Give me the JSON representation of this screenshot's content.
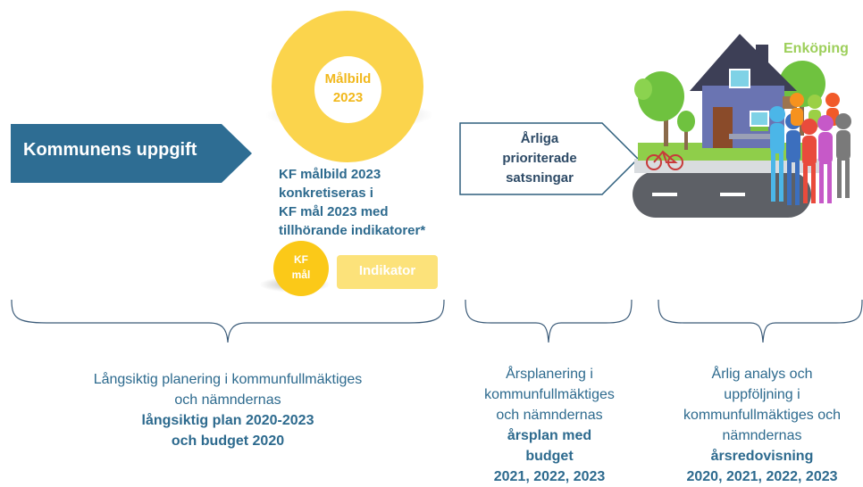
{
  "left_arrow": {
    "label": "Kommunens uppgift"
  },
  "goal": {
    "line1": "Målbild",
    "line2": "2023"
  },
  "kf_description": {
    "lines": [
      "KF målbild 2023",
      "konkretiseras i",
      "KF mål 2023 med",
      "tillhörande indikatorer*"
    ]
  },
  "kf_circle": {
    "line1": "KF",
    "line2": "mål"
  },
  "indicator": {
    "label": "Indikator"
  },
  "mid_arrow": {
    "lines": [
      "Årliga",
      "prioriterade",
      "satsningar"
    ]
  },
  "brand": {
    "label": "Enköping"
  },
  "bottom": {
    "col1": {
      "normal": [
        "Långsiktig planering i kommunfullmäktiges",
        "och nämndernas"
      ],
      "bold": [
        "långsiktig plan 2020-2023",
        "och budget 2020"
      ]
    },
    "col2": {
      "normal": [
        "Årsplanering i",
        "kommunfullmäktiges",
        "och nämndernas"
      ],
      "bold": [
        "årsplan med",
        "budget",
        "2021, 2022, 2023"
      ]
    },
    "col3": {
      "normal": [
        "Årlig analys och",
        "uppföljning i",
        "kommunfullmäktiges och",
        "nämndernas"
      ],
      "bold": [
        "årsredovisning",
        "2020, 2021, 2022, 2023"
      ]
    }
  },
  "colors": {
    "arrow": "#2e6d93",
    "gold": "#fbd44c",
    "text": "#2d6a8e",
    "brand": "#9dcf5a"
  },
  "icons": [
    "house-icon",
    "tree-icon",
    "bicycle-icon",
    "people-icon",
    "road-icon"
  ]
}
